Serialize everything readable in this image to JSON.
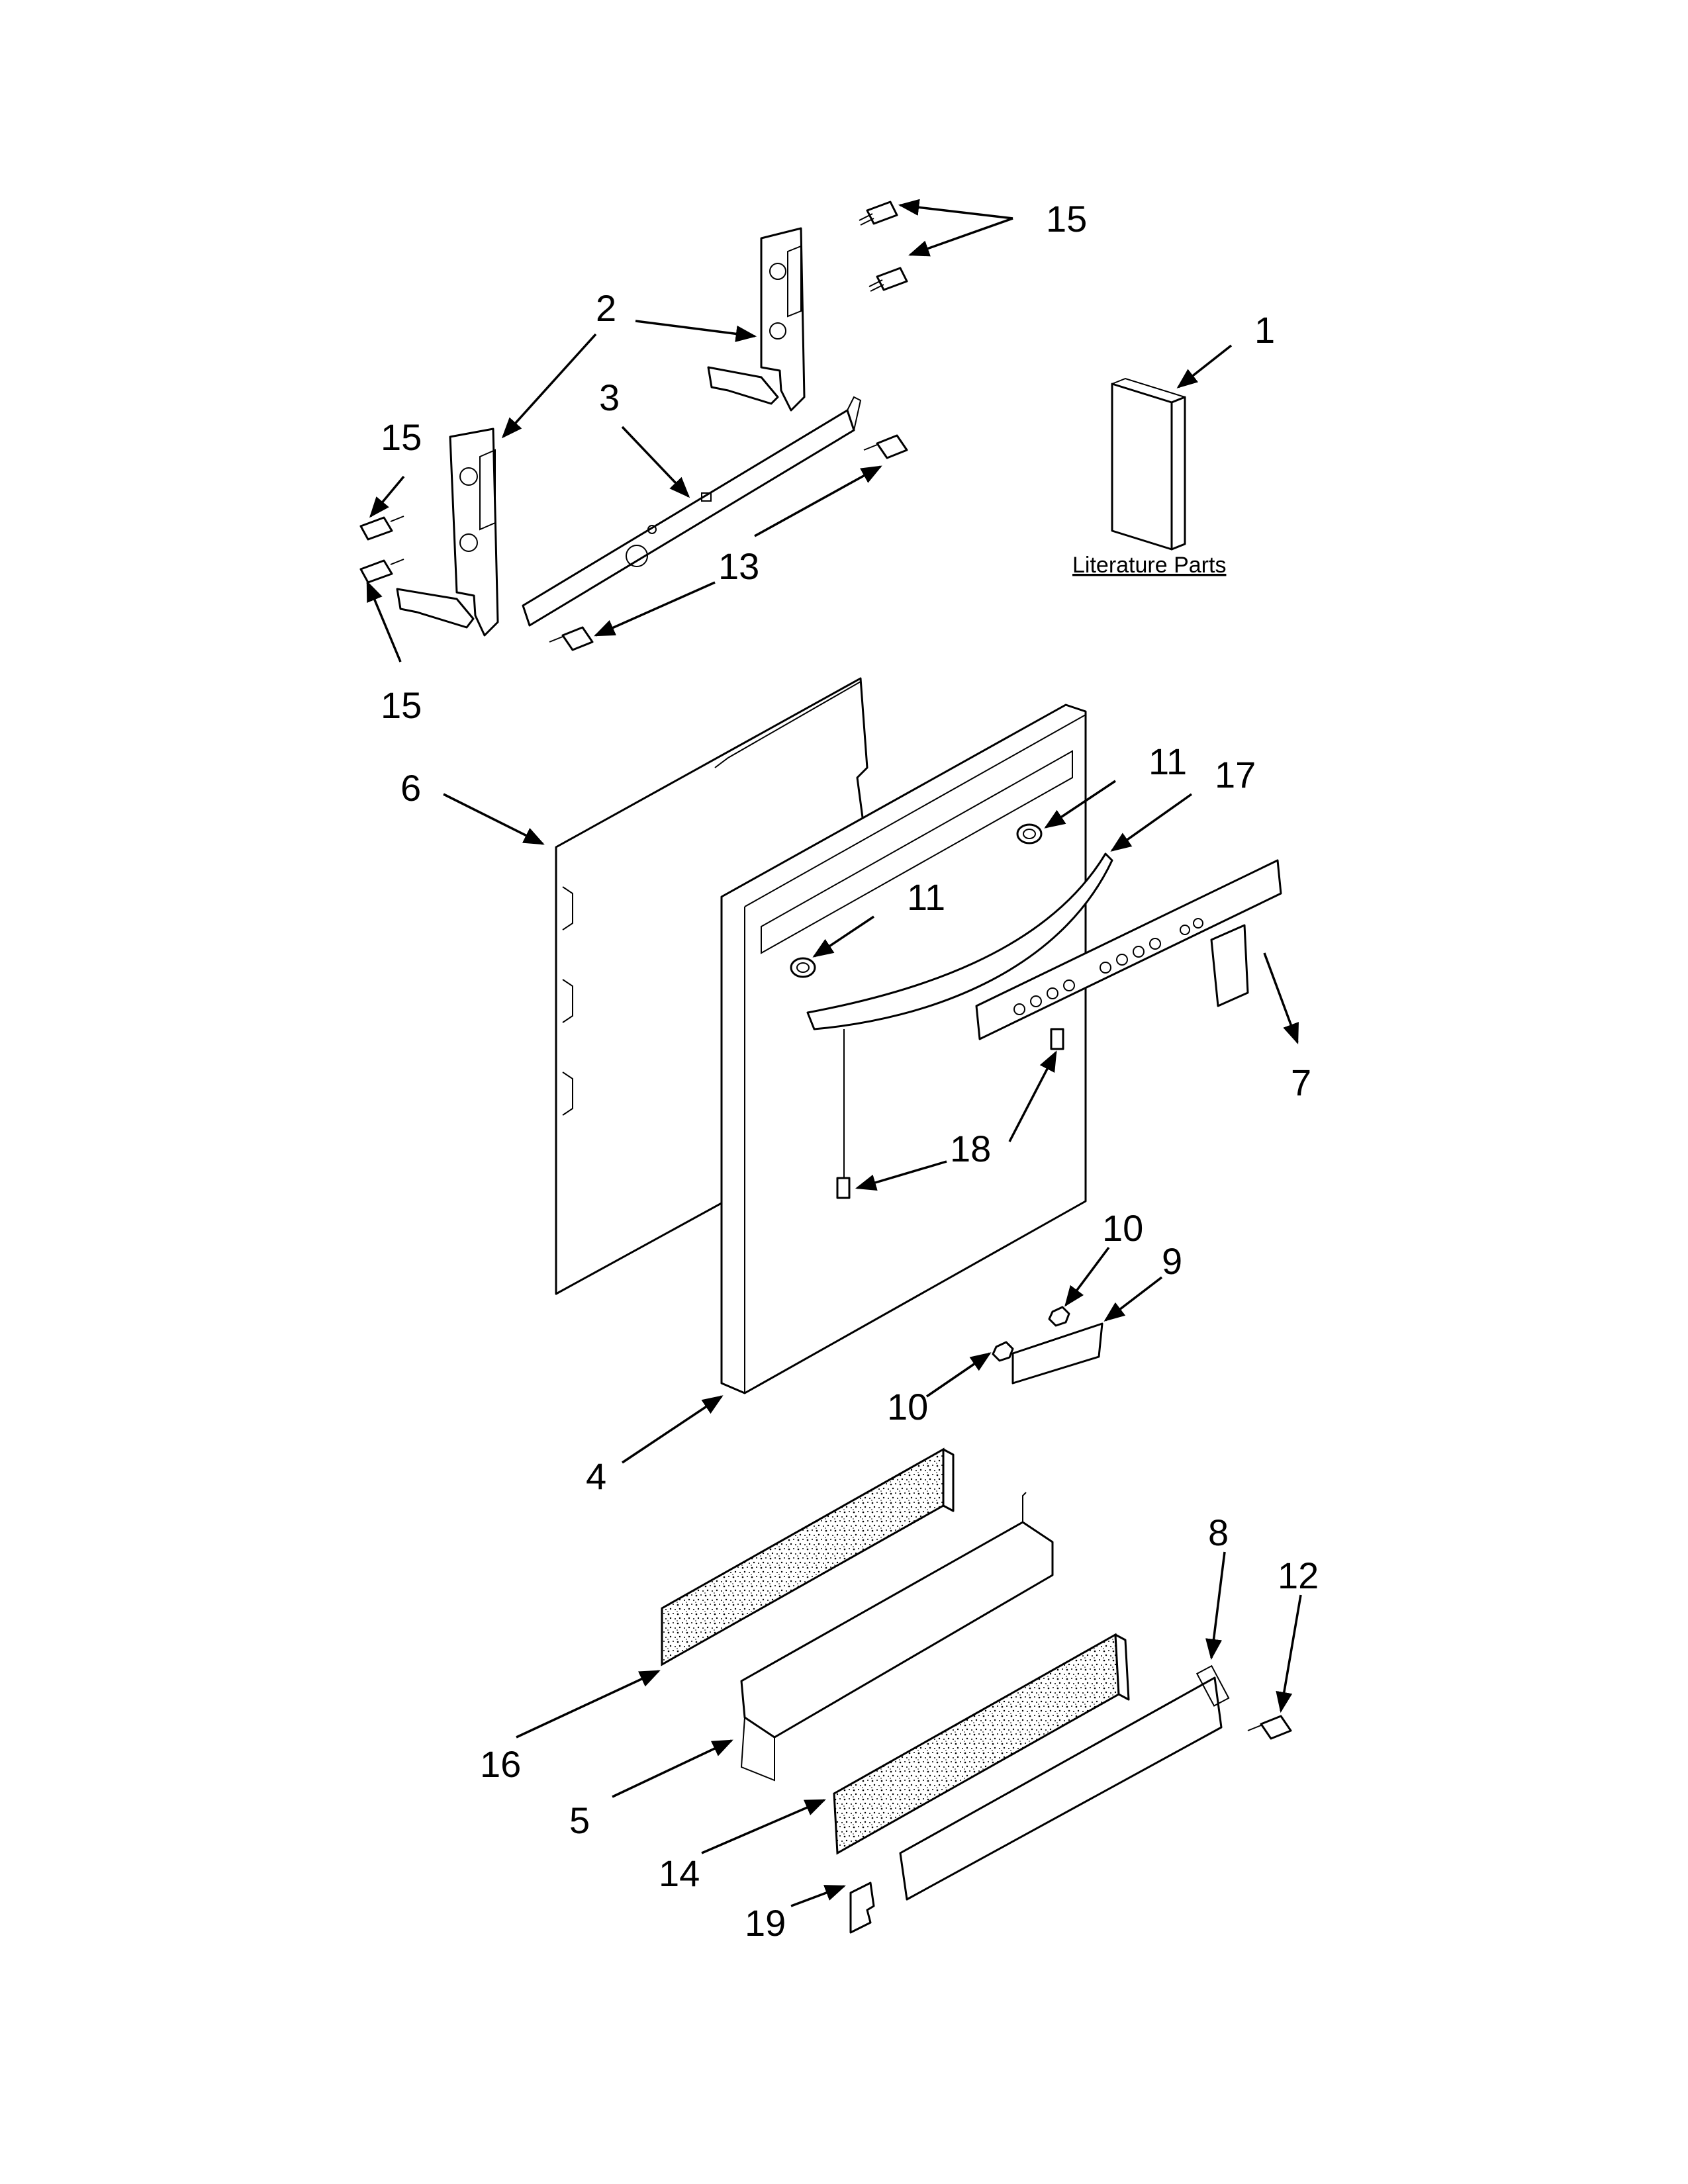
{
  "literature_label": "Literature Parts",
  "callouts": {
    "c1": "1",
    "c2": "2",
    "c3": "3",
    "c4": "4",
    "c5": "5",
    "c6": "6",
    "c7": "7",
    "c8": "8",
    "c9": "9",
    "c10a": "10",
    "c10b": "10",
    "c11a": "11",
    "c11b": "11",
    "c12": "12",
    "c13": "13",
    "c14": "14",
    "c15a": "15",
    "c15b": "15",
    "c15c": "15",
    "c16": "16",
    "c17": "17",
    "c18": "18",
    "c19": "19"
  }
}
